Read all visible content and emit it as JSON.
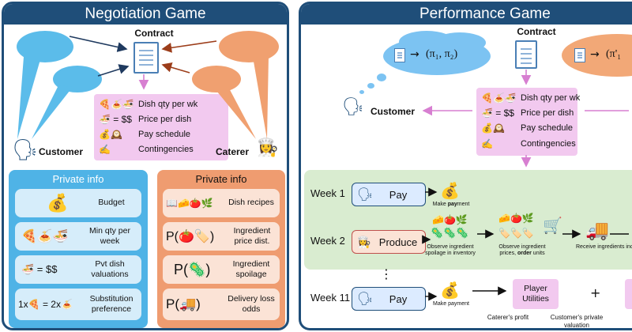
{
  "negotiation": {
    "title": "Negotiation Game",
    "contract_label": "Contract",
    "customer_label": "Customer",
    "caterer_label": "Caterer",
    "terms": [
      {
        "icon": "🍕🍝🍜",
        "label": "Dish qty per wk"
      },
      {
        "icon": "🍜 = $$",
        "label": "Price per dish"
      },
      {
        "icon": "💰🕰️",
        "label": "Pay schedule"
      },
      {
        "icon": "✍️",
        "label": "Contingencies"
      }
    ],
    "customer_private": {
      "title": "Private info",
      "items": [
        {
          "icon": "💰",
          "label": "Budget"
        },
        {
          "icon": "🍕🍝🍜",
          "label": "Min qty per week"
        },
        {
          "icon": "🍜 = $$",
          "label": "Pvt dish valuations"
        },
        {
          "icon": "1x🍕 = 2x🍝",
          "label": "Substitution preference"
        }
      ]
    },
    "caterer_private": {
      "title": "Private info",
      "items": [
        {
          "icon": "📖🧀🍅🌿",
          "label": "Dish recipes"
        },
        {
          "icon": "P(🍅🏷️)",
          "label": "Ingredient price dist."
        },
        {
          "icon": "P(🦠)",
          "label": "Ingredient spoilage"
        },
        {
          "icon": "P(🚚)",
          "label": "Delivery loss odds"
        }
      ]
    }
  },
  "performance": {
    "title": "Performance Game",
    "contract_label": "Contract",
    "cloud1_text": "(π₁, π₂)",
    "cloud2_text": "(π'₁",
    "customer_label": "Customer",
    "terms": [
      {
        "icon": "🍕🍝🍜",
        "label": "Dish qty per wk"
      },
      {
        "icon": "🍜 = $$",
        "label": "Price per dish"
      },
      {
        "icon": "💰🕰️",
        "label": "Pay schedule"
      },
      {
        "icon": "✍️",
        "label": "Contingencies"
      }
    ],
    "week1": {
      "label": "Week 1",
      "action": "Pay",
      "note_pre": "Make ",
      "note_bold": "pay",
      "note_post": "ment"
    },
    "week2": {
      "label": "Week 2",
      "action": "Produce",
      "step1": "Observe ingredient spoilage in inventory",
      "step2_pre": "Observe ingredient prices, ",
      "step2_bold": "order",
      "step2_post": " units",
      "step3": "Receive ingredients incur loss in-transit"
    },
    "dots": "⋮",
    "week11": {
      "label": "Week 11",
      "action": "Pay",
      "note": "Make payment"
    },
    "utilities_label": "Player Utilities",
    "plus": "+",
    "caterer_profit": "Caterer's profit",
    "customer_valuation": "Customer's private valuation"
  },
  "colors": {
    "panel_border": "#1f4e79",
    "customer_blue": "#5bbcea",
    "caterer_orange": "#f0a070",
    "terms_pink": "#f2c9ef",
    "customer_private_bg": "#4fb3e6",
    "customer_private_item": "#d6edfa",
    "caterer_private_bg": "#ef9c70",
    "caterer_private_item": "#fbe3d6",
    "weeks_green": "#d9ecd0"
  }
}
